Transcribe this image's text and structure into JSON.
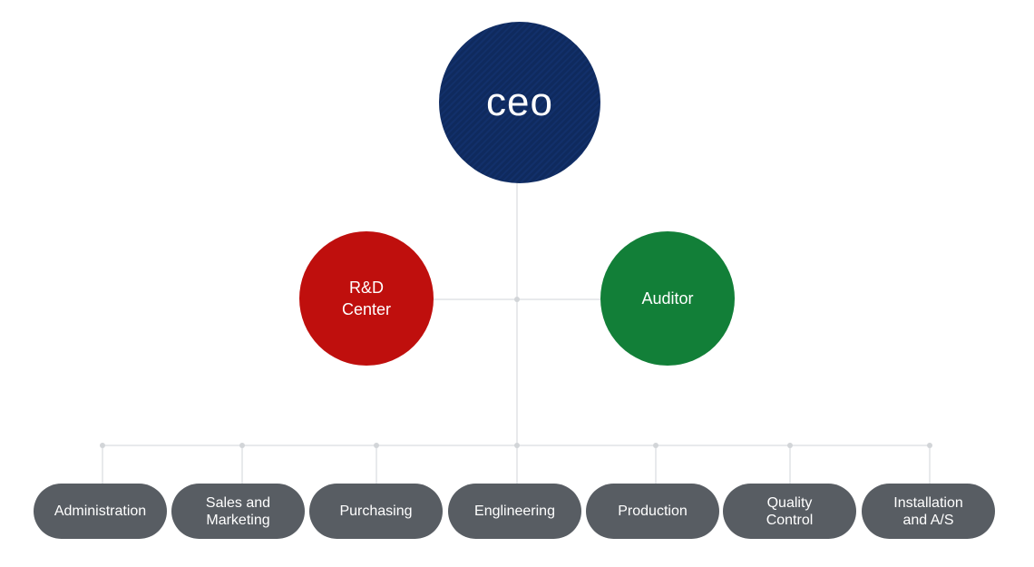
{
  "org_chart": {
    "top": {
      "label": "ceo"
    },
    "middle": [
      {
        "label": "R&D\nCenter",
        "color": "#bf0f0d"
      },
      {
        "label": "Auditor",
        "color": "#127f38"
      }
    ],
    "departments": [
      {
        "label": "Administration"
      },
      {
        "label": "Sales and\nMarketing"
      },
      {
        "label": "Purchasing"
      },
      {
        "label": "Englineering"
      },
      {
        "label": "Production"
      },
      {
        "label": "Quality\nControl"
      },
      {
        "label": "Installation\nand A/S"
      }
    ]
  },
  "colors": {
    "ceo": "#0f2a5e",
    "department": "#585d63",
    "connector": "#d2d5d8"
  }
}
